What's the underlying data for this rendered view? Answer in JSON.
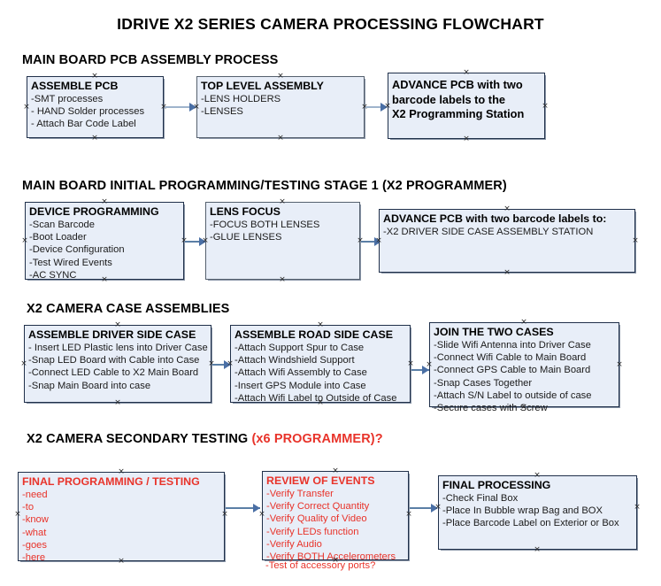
{
  "document": {
    "title": "IDRIVE X2  SERIES CAMERA PROCESSING FLOWCHART"
  },
  "sections": [
    {
      "id": "main-board-pcb-assembly-process",
      "heading": "MAIN BOARD PCB ASSEMBLY PROCESS",
      "heading_red": "",
      "boxes": [
        {
          "id": "assemble-pcb",
          "title": "ASSEMBLE PCB",
          "lines": [
            "-SMT processes",
            "- HAND Solder processes",
            "- Attach Bar Code Label"
          ]
        },
        {
          "id": "top-level-assembly",
          "title": "TOP LEVEL ASSEMBLY",
          "lines": [
            "-LENS HOLDERS",
            "-LENSES"
          ]
        },
        {
          "id": "advance-pcb-to-x2-programming-station",
          "title": "ADVANCE PCB with two\nbarcode labels to the\n X2 Programming Station",
          "lines": []
        }
      ]
    },
    {
      "id": "main-board-initial-programming-testing-stage-1",
      "heading": "MAIN BOARD INITIAL PROGRAMMING/TESTING STAGE 1 (X2 PROGRAMMER)",
      "heading_red": "",
      "boxes": [
        {
          "id": "device-programming",
          "title": "DEVICE PROGRAMMING",
          "lines": [
            "-Scan Barcode",
            "-Boot Loader",
            "-Device Configuration",
            "-Test Wired Events",
            "-AC SYNC"
          ]
        },
        {
          "id": "lens-focus",
          "title": "LENS FOCUS",
          "lines": [
            "-FOCUS BOTH LENSES",
            "-GLUE LENSES"
          ]
        },
        {
          "id": "advance-pcb-to-driver-side-case-assembly",
          "title": "ADVANCE PCB with two barcode labels to:",
          "lines": [
            "-X2 DRIVER  SIDE  CASE  ASSEMBLY STATION"
          ]
        }
      ]
    },
    {
      "id": "x2-camera-case-assemblies",
      "heading": "X2 CAMERA CASE ASSEMBLIES",
      "heading_red": "",
      "boxes": [
        {
          "id": "assemble-driver-side-case",
          "title": "ASSEMBLE DRIVER SIDE CASE",
          "lines": [
            "- Insert LED Plastic lens into Driver Case",
            "-Snap LED Board with Cable into Case",
            "-Connect LED Cable to X2 Main Board",
            "-Snap Main Board into case"
          ]
        },
        {
          "id": "assemble-road-side-case",
          "title": "ASSEMBLE ROAD SIDE CASE",
          "lines": [
            "-Attach Support Spur to Case",
            "-Attach Windshield Support",
            "-Attach Wifi Assembly to Case",
            "-Insert GPS Module into Case",
            "-Attach Wifi Label to Outside of Case"
          ]
        },
        {
          "id": "join-the-two-cases",
          "title": "JOIN THE TWO CASES",
          "lines": [
            "-Slide Wifi Antenna into Driver Case",
            "-Connect Wifi Cable to Main Board",
            "-Connect GPS Cable to Main Board",
            "-Snap Cases Together",
            "-Attach S/N Label to outside of case",
            "-Secure cases with Screw"
          ]
        }
      ]
    },
    {
      "id": "x2-camera-secondary-testing",
      "heading": "X2 CAMERA SECONDARY TESTING ",
      "heading_red": "(x6 PROGRAMMER)?",
      "boxes": [
        {
          "id": "final-programming-testing",
          "title": "FINAL PROGRAMMING / TESTING",
          "lines": [
            "-need",
            "-to",
            "-know",
            "-what",
            "-goes",
            "-here"
          ]
        },
        {
          "id": "review-of-events",
          "title": "REVIEW OF EVENTS",
          "lines": [
            "-Verify Transfer",
            "-Verify Correct Quantity",
            "-Verify Quality of Video",
            "-Verify LEDs function",
            "-Verify Audio",
            "-Verify BOTH Accelerometers"
          ],
          "overflow_line": "-Test of accessory ports?"
        },
        {
          "id": "final-processing",
          "title": "FINAL PROCESSING",
          "lines": [
            " -Check Final Box",
            "-Place In Bubble wrap Bag and BOX",
            "-Place Barcode Label on Exterior or Box"
          ]
        }
      ]
    }
  ],
  "colors": {
    "box_fill": "#e8eef8",
    "box_border": "#20304a",
    "red_text": "#e8332a",
    "connector": "#9fb4cc",
    "arrow": "#4a6fa5",
    "text": "#000000"
  },
  "icons": {
    "handle": "selection-handle-x",
    "arrow": "flow-arrow-right"
  }
}
